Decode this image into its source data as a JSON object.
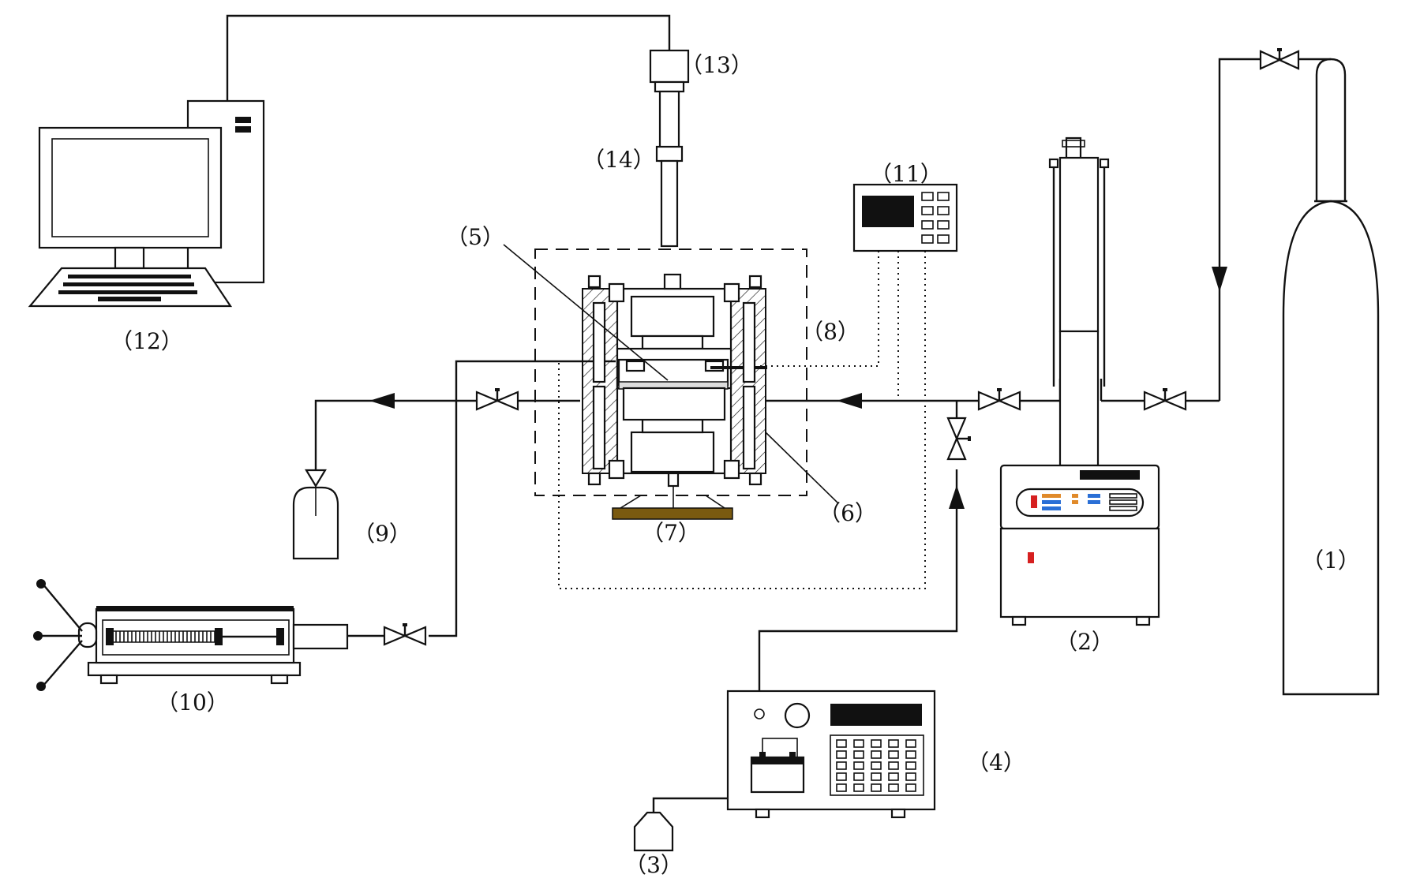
{
  "labels": {
    "c1": "（1）",
    "c2": "（2）",
    "c3": "（3）",
    "c4": "（4）",
    "c5": "（5）",
    "c6": "（6）",
    "c7": "（7）",
    "c8": "（8）",
    "c9": "（9）",
    "c10": "（10）",
    "c11": "（11）",
    "c12": "（12）",
    "c13": "（13）",
    "c14": "（14）"
  },
  "colors": {
    "line": "#111111",
    "heater_plate": "#7a5a10",
    "pump_red": "#d62020",
    "pump_orange": "#e08a2a",
    "pump_blue": "#2a6fd6",
    "display": "#1a1a1a"
  }
}
